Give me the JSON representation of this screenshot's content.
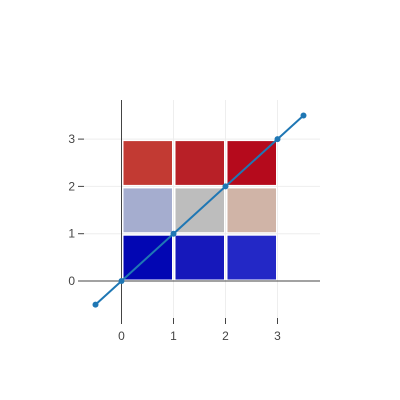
{
  "chart_data": {
    "type": "heatmap",
    "title": "",
    "xlabel": "",
    "ylabel": "",
    "xlim": [
      -0.6,
      3.8
    ],
    "ylim": [
      -0.8,
      3.8
    ],
    "xticks": [
      0,
      1,
      2,
      3
    ],
    "yticks": [
      0,
      1,
      2,
      3
    ],
    "grid": true,
    "heatmap": {
      "x_edges": [
        0,
        1,
        2,
        3
      ],
      "y_edges": [
        0,
        1,
        2,
        3
      ],
      "cells": [
        {
          "row": 0,
          "col": 0,
          "color": "#0206b3"
        },
        {
          "row": 0,
          "col": 1,
          "color": "#1618bb"
        },
        {
          "row": 0,
          "col": 2,
          "color": "#2328c6"
        },
        {
          "row": 1,
          "col": 0,
          "color": "#a5adcf"
        },
        {
          "row": 1,
          "col": 1,
          "color": "#bdbdbd"
        },
        {
          "row": 1,
          "col": 2,
          "color": "#d0b4a7"
        },
        {
          "row": 2,
          "col": 0,
          "color": "#c23a33"
        },
        {
          "row": 2,
          "col": 1,
          "color": "#b82027"
        },
        {
          "row": 2,
          "col": 2,
          "color": "#b50a1c"
        }
      ]
    },
    "series": [
      {
        "type": "line+markers",
        "color": "#1f77b4",
        "x": [
          -0.5,
          0,
          1,
          2,
          3,
          3.5
        ],
        "y": [
          -0.5,
          0,
          1,
          2,
          3,
          3.5
        ]
      }
    ],
    "colors": {
      "axis": "#444444",
      "grid": "#eeeeee",
      "cell_gap": "#ffffff"
    }
  }
}
